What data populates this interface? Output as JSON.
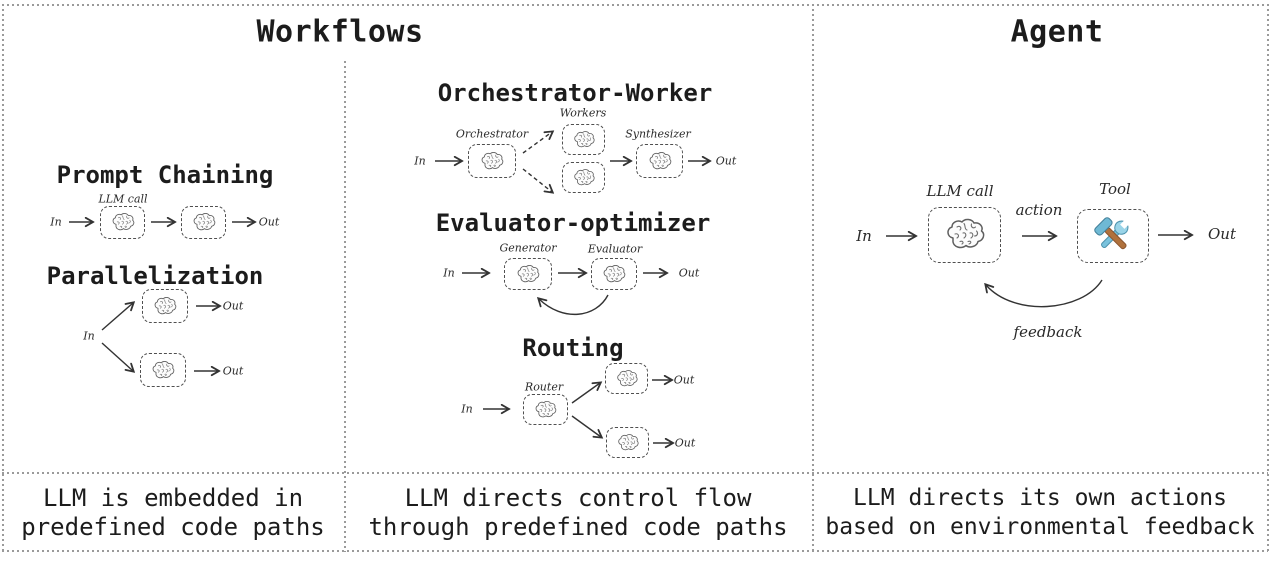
{
  "workflows": {
    "title": "Workflows",
    "prompt_chaining": {
      "heading": "Prompt Chaining",
      "llm_call_label": "LLM call",
      "in": "In",
      "out": "Out"
    },
    "parallelization": {
      "heading": "Parallelization",
      "in": "In",
      "out_top": "Out",
      "out_bottom": "Out"
    },
    "orchestrator_worker": {
      "heading": "Orchestrator-Worker",
      "in": "In",
      "orchestrator": "Orchestrator",
      "workers": "Workers",
      "synthesizer": "Synthesizer",
      "out": "Out"
    },
    "evaluator_optimizer": {
      "heading": "Evaluator-optimizer",
      "in": "In",
      "generator": "Generator",
      "evaluator": "Evaluator",
      "out": "Out"
    },
    "routing": {
      "heading": "Routing",
      "in": "In",
      "router": "Router",
      "out_top": "Out",
      "out_bottom": "Out"
    },
    "caption_left": {
      "line1": "LLM is embedded in",
      "line2": "predefined code paths"
    },
    "caption_middle": {
      "line1": "LLM directs control flow",
      "line2": "through predefined code paths"
    }
  },
  "agent": {
    "title": "Agent",
    "in": "In",
    "llm_call": "LLM call",
    "action": "action",
    "tool": "Tool",
    "out": "Out",
    "feedback": "feedback",
    "caption": {
      "line1": "LLM directs its own actions",
      "line2": "based on environmental feedback"
    }
  },
  "icons": {
    "brain": "brain-icon",
    "tool": "hammer-wrench-icon"
  },
  "colors": {
    "frame_border": "#9a9a9a",
    "box_border": "#4f4f4f",
    "ink": "#1c1c1c",
    "arrow": "#333333",
    "wrench_blue": "#79c2dd",
    "hammer_brown": "#b0713c"
  }
}
